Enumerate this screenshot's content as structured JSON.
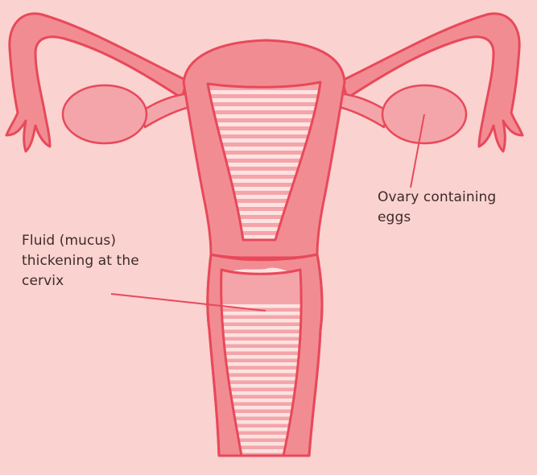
{
  "colors": {
    "background": "#fad2cf",
    "organ_fill": "#f28c93",
    "organ_light": "#f4a5aa",
    "outline": "#e8495a",
    "stripe": "#fde3e1",
    "label_text": "#3d2b2b"
  },
  "labels": {
    "ovary": {
      "line1": "Ovary containing",
      "line2": "eggs"
    },
    "mucus": {
      "line1": "Fluid (mucus)",
      "line2": "thickening at the",
      "line3": "cervix"
    }
  }
}
